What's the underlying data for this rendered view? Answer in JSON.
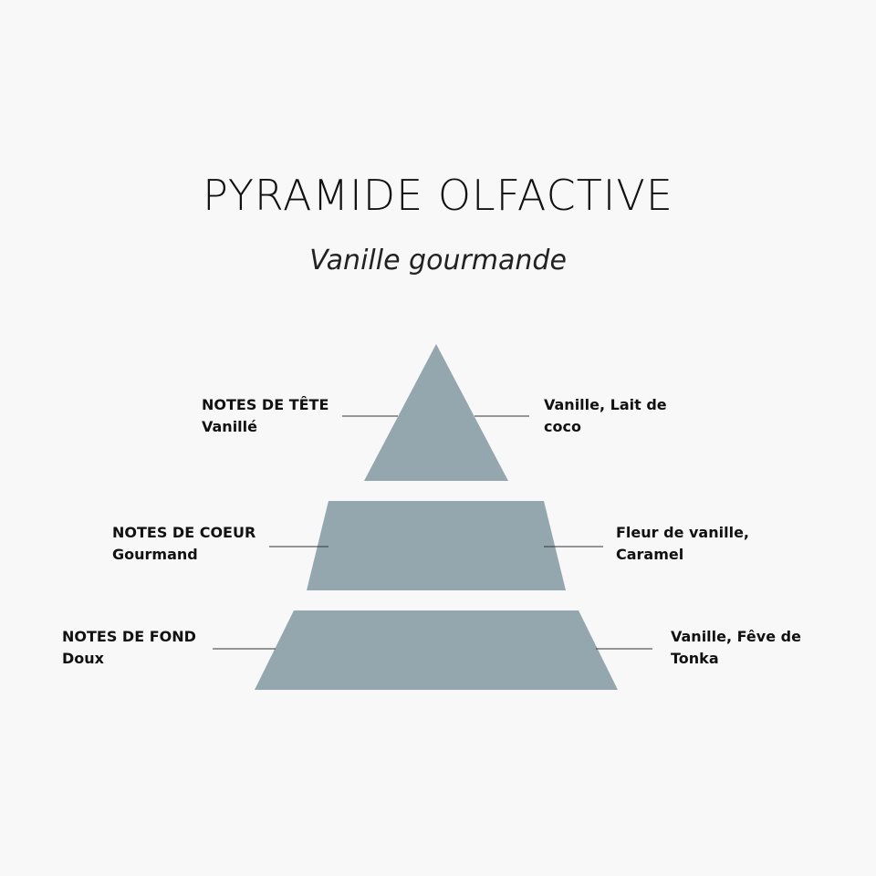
{
  "header": {
    "title": "PYRAMIDE OLFACTIVE",
    "subtitle": "Vanille gourmande"
  },
  "pyramid": {
    "color": "#94a7ae",
    "line_color": "#333333",
    "tiers": [
      {
        "heading": "NOTES DE TÊTE",
        "style": "Vanillé",
        "notes_line1": "Vanille, Lait de",
        "notes_line2": "coco"
      },
      {
        "heading": "NOTES DE COEUR",
        "style": "Gourmand",
        "notes_line1": "Fleur de vanille,",
        "notes_line2": "Caramel"
      },
      {
        "heading": "NOTES DE FOND",
        "style": "Doux",
        "notes_line1": "Vanille, Fêve de",
        "notes_line2": "Tonka"
      }
    ]
  }
}
